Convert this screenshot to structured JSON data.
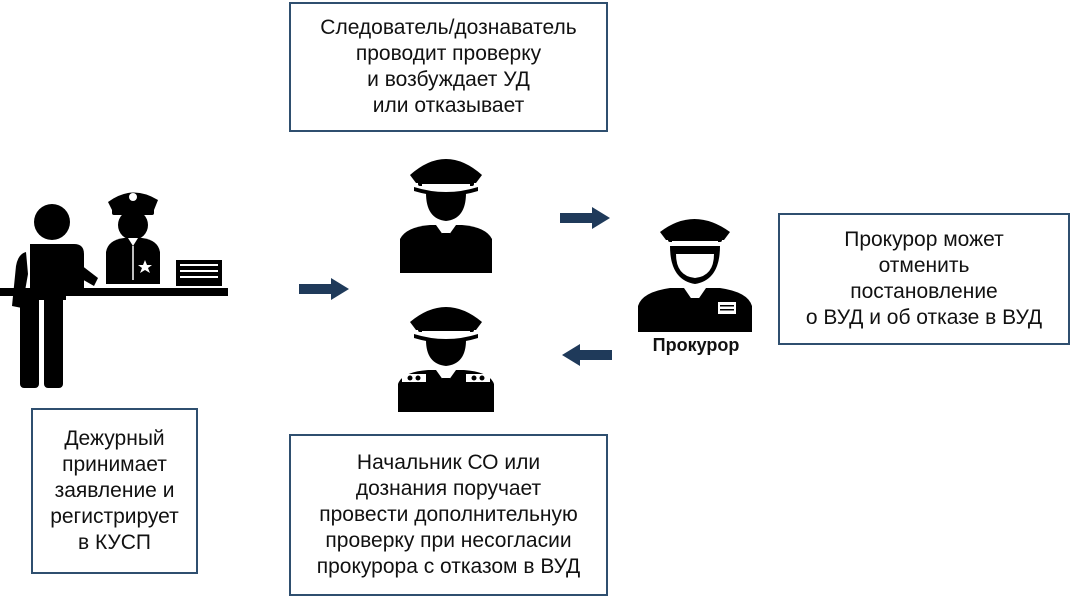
{
  "boxes": {
    "investigator": [
      "Следователь/дознаватель",
      "проводит проверку",
      "и возбуждает УД",
      "или отказывает"
    ],
    "prosecutor": [
      "Прокурор может",
      "отменить",
      "постановление",
      "о ВУД и об отказе в ВУД"
    ],
    "chief": [
      "Начальник СО или",
      "дознания поручает",
      "провести дополнительную",
      "проверку при несогласии",
      "прокурора с отказом в ВУД"
    ],
    "duty": [
      "Дежурный",
      "принимает",
      "заявление и",
      "регистрирует",
      "в КУСП"
    ]
  },
  "prosecutor_label": "Прокурор",
  "colors": {
    "box_border": "#2f4f6f",
    "arrow": "#1f3a5a",
    "figure": "#000000",
    "background": "#ffffff"
  },
  "icons": [
    "duty-desk-scene-icon",
    "investigator-officer-icon",
    "chief-officer-icon",
    "prosecutor-icon",
    "arrow-right-icon",
    "arrow-left-icon"
  ]
}
